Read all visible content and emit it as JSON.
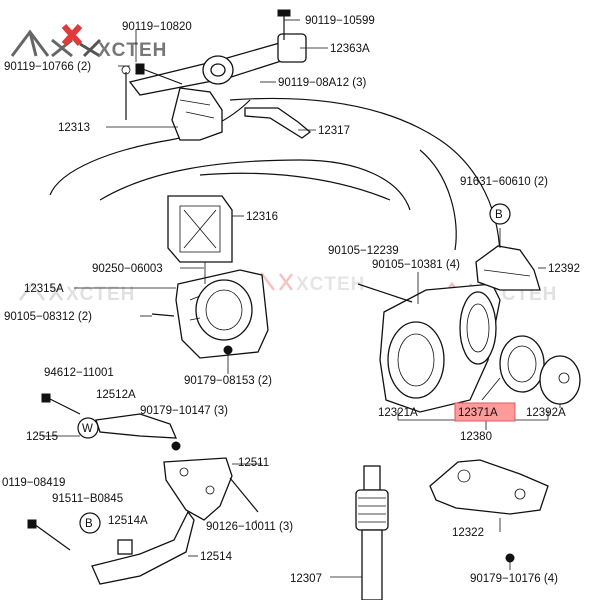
{
  "watermark": {
    "text": "XCTEH",
    "color": "#e03a3a"
  },
  "labels": {
    "p1": "90119−10820",
    "p2": "90119−10599",
    "p3": "12363A",
    "p4": "90119−10766 (2)",
    "p5": "90119−08A12 (3)",
    "p6": "12313",
    "p7": "12317",
    "p8": "91631−60610 (2)",
    "p9": "12316",
    "p10": "90105−12239",
    "p11": "90250−06003",
    "p12": "90105−10381 (4)",
    "p13": "12392",
    "p14": "12315A",
    "p15": "90105−08312 (2)",
    "p16": "90179−08153 (2)",
    "p17": "94612−11001",
    "p18": "12512A",
    "p19": "90179−10147 (3)",
    "p20": "12515",
    "p21": "12321A",
    "p22": "12371A",
    "p23": "12392A",
    "p24": "12380",
    "p25": "12511",
    "p26": "0119−08419",
    "p27": "91511−B0845",
    "p28": "12514A",
    "p29": "90126−10011 (3)",
    "p30": "12514",
    "p31": "12322",
    "p32": "12307",
    "p33": "90179−10176 (4)"
  },
  "callouts": {
    "b1": "B",
    "b2": "B",
    "w": "W"
  },
  "highlight_color": "#ff9a9a"
}
